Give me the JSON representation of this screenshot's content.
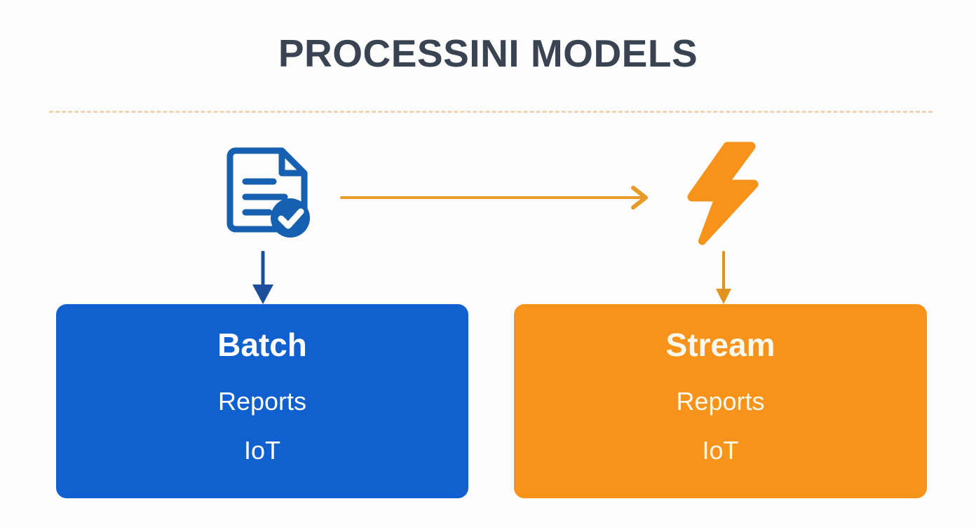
{
  "slide": {
    "title": "PROCESSINI MODELS",
    "background_color": "#fdfdfd",
    "title_color": "#3a4351",
    "divider_color": "#edd6b4"
  },
  "icons": {
    "document": {
      "name": "document-check-icon",
      "color": "#1560b0"
    },
    "bolt": {
      "name": "lightning-bolt-icon",
      "color": "#f7931a"
    }
  },
  "arrows": {
    "horizontal": {
      "name": "arrow-right",
      "color": "#e89a28",
      "direction": "right"
    },
    "to_batch": {
      "name": "arrow-down-blue",
      "color": "#1b4f9c",
      "direction": "down"
    },
    "to_stream": {
      "name": "arrow-down-orange",
      "color": "#e09420",
      "direction": "down"
    }
  },
  "cards": [
    {
      "id": "batch",
      "heading": "Batch",
      "items": [
        "Reports",
        "IoT"
      ],
      "background_color": "#1060d0",
      "text_color": "#ffffff"
    },
    {
      "id": "stream",
      "heading": "Stream",
      "items": [
        "Reports",
        "IoT"
      ],
      "background_color": "#f7931a",
      "text_color": "#fdf8ec"
    }
  ]
}
